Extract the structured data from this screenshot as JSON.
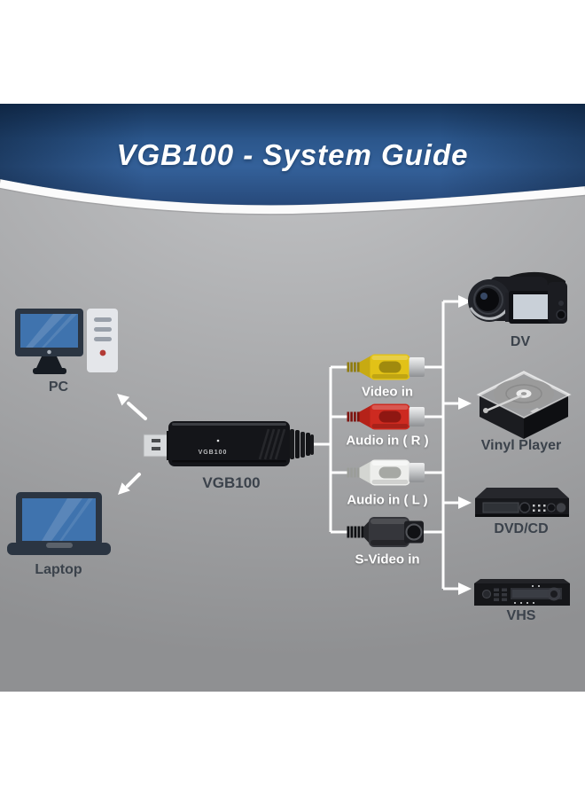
{
  "banner": {
    "title": "VGB100 - System Guide"
  },
  "sources": {
    "pc": {
      "label": "PC"
    },
    "laptop": {
      "label": "Laptop"
    }
  },
  "adapter": {
    "label": "VGB100",
    "print_label": "VGB100"
  },
  "inputs": [
    {
      "label": "Video in",
      "connector": "rca-plug-yellow",
      "color": "#e2c217"
    },
    {
      "label": "Audio in ( R )",
      "connector": "rca-plug-red",
      "color": "#cd2a20"
    },
    {
      "label": "Audio in ( L )",
      "connector": "rca-plug-white",
      "color": "#edeeec"
    },
    {
      "label": "S-Video in",
      "connector": "s-video-plug",
      "color": "#35363b"
    }
  ],
  "devices": [
    {
      "label": "DV"
    },
    {
      "label": "Vinyl Player"
    },
    {
      "label": "DVD/CD"
    },
    {
      "label": "VHS"
    }
  ],
  "colors": {
    "banner_blue": "#34619a",
    "background_gray": "#a9aaac",
    "label_dark": "#3b424b",
    "label_light": "#ffffff",
    "line_white": "#ffffff",
    "rca_yellow": "#e2c217",
    "rca_red": "#cd2a20",
    "rca_white": "#edeeec",
    "screen_blue": "#3f73ae"
  }
}
